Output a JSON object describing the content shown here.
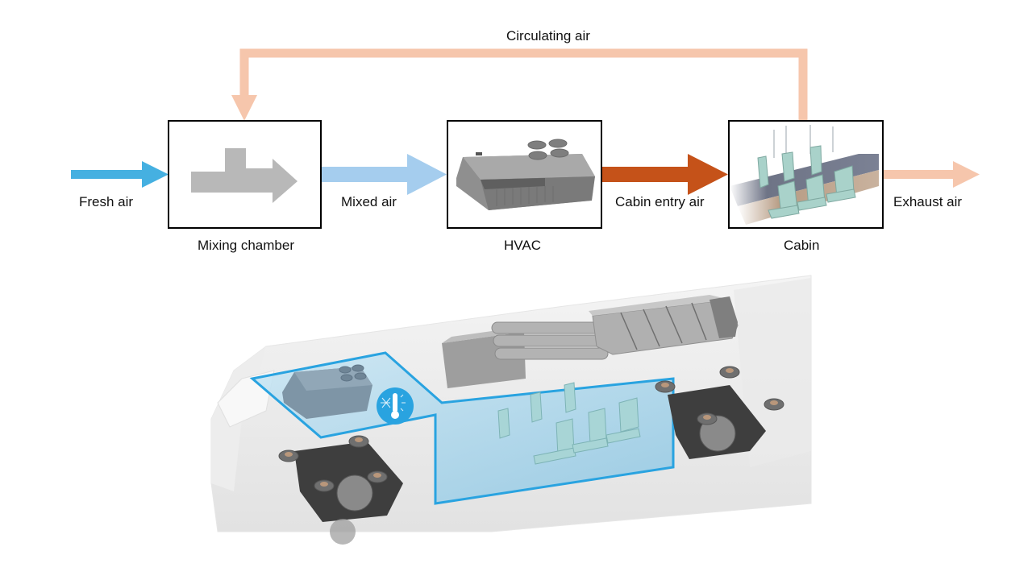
{
  "diagram": {
    "nodes": [
      {
        "id": "mixing-chamber",
        "label": "Mixing chamber",
        "icon": "mixing-arrow-icon"
      },
      {
        "id": "hvac",
        "label": "HVAC",
        "icon": "hvac-unit-icon"
      },
      {
        "id": "cabin",
        "label": "Cabin",
        "icon": "cabin-seats-icon"
      }
    ],
    "flows": [
      {
        "id": "fresh-air",
        "label": "Fresh air",
        "from": "outside",
        "to": "mixing-chamber",
        "color": "#45B0E1"
      },
      {
        "id": "mixed-air",
        "label": "Mixed air",
        "from": "mixing-chamber",
        "to": "hvac",
        "color": "#A5CDEE"
      },
      {
        "id": "cabin-entry-air",
        "label": "Cabin entry air",
        "from": "hvac",
        "to": "cabin",
        "color": "#C55219"
      },
      {
        "id": "exhaust-air",
        "label": "Exhaust air",
        "from": "cabin",
        "to": "outside",
        "color": "#F6C6AC"
      },
      {
        "id": "circulating-air",
        "label": "Circulating air",
        "from": "cabin",
        "to": "mixing-chamber",
        "color": "#F6C6AC"
      }
    ]
  },
  "illustration": {
    "subject": "train-cutaway",
    "highlight_color": "#29A3E0",
    "badge_icon": "thermometer-snowflake-sun-icon"
  }
}
